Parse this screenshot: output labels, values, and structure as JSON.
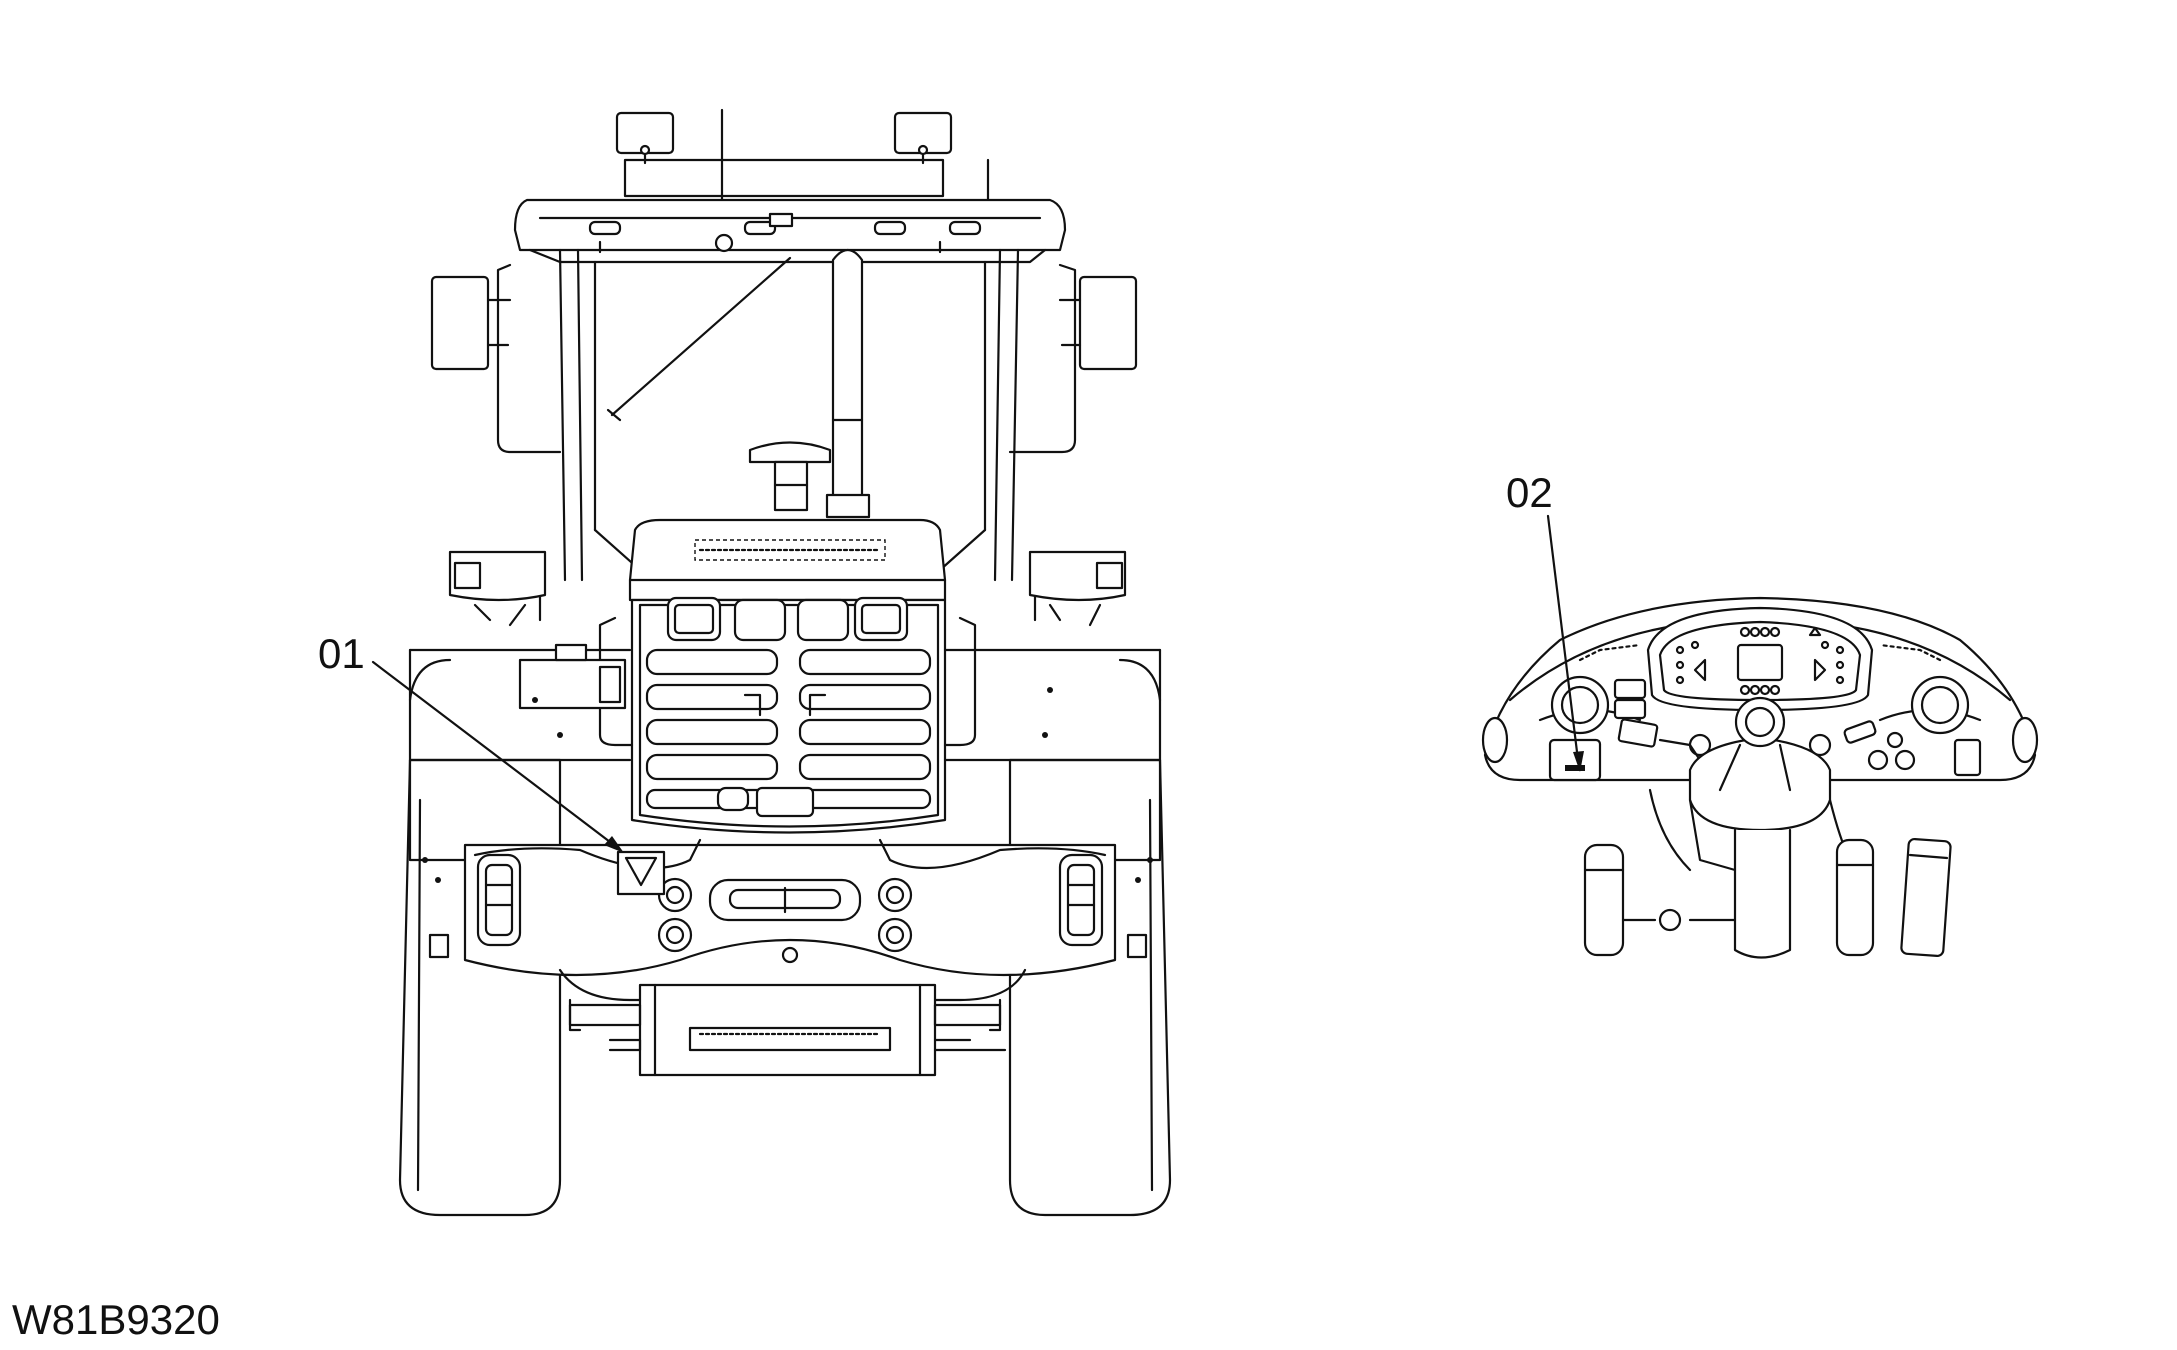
{
  "figure": {
    "drawing_code": "W81B9320",
    "callouts": [
      {
        "id": "01",
        "label": "01"
      },
      {
        "id": "02",
        "label": "02"
      }
    ],
    "line_color": "#111111",
    "background_color": "#ffffff"
  }
}
